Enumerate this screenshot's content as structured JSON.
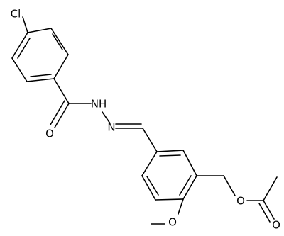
{
  "molecule": {
    "atom_labels": {
      "chlorine": "Cl",
      "carbonyl_oxygen": "O",
      "hydrazide_nh": "NH",
      "hydrazone_n": "N",
      "ether_oxygen": "O",
      "ester_oxygen": "O",
      "acetyl_oxygen": "O"
    },
    "colors": {
      "bond": "#000000",
      "label": "#000000",
      "background": "#ffffff"
    }
  }
}
